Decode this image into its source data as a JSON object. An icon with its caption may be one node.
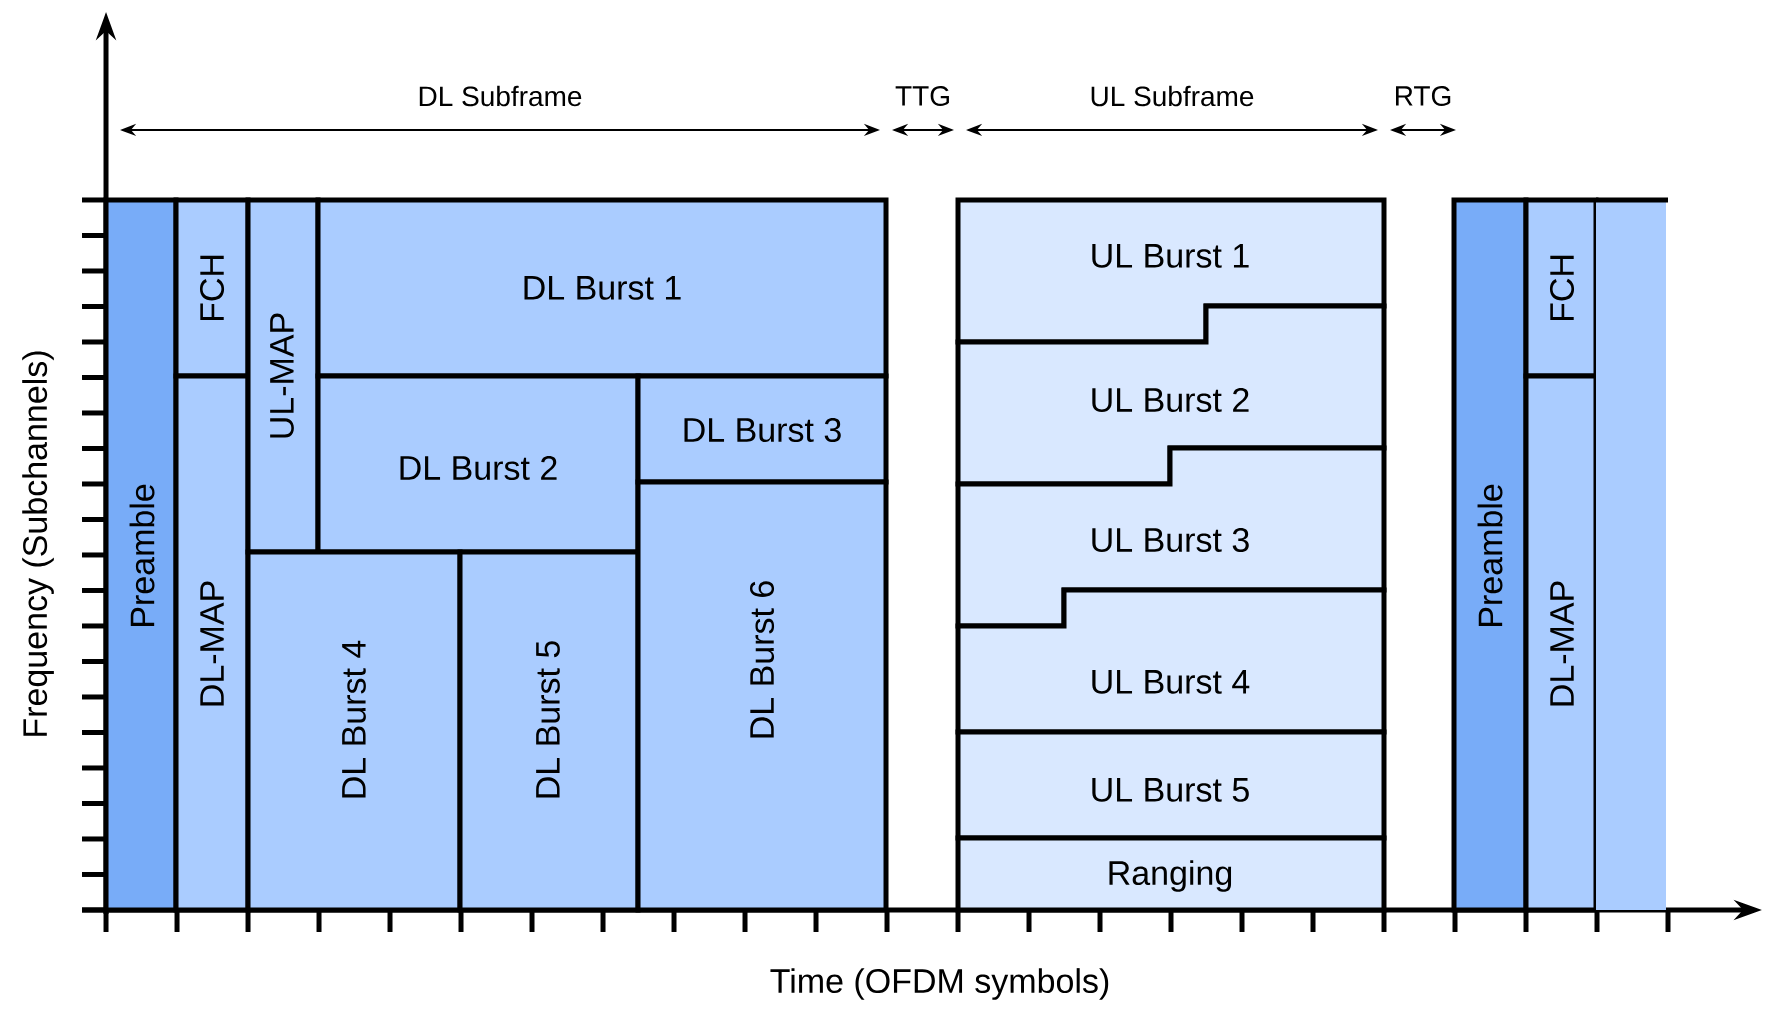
{
  "diagram": {
    "nodes": [
      {
        "text": [
          "Preamble"
        ]
      },
      {
        "text": [
          "FCH"
        ]
      },
      {
        "text": [
          "DL-MAP"
        ]
      },
      {
        "text": [
          "UL-MAP"
        ]
      },
      {
        "text": [
          "DL Burst 1"
        ]
      },
      {
        "text": [
          "DL Burst 2"
        ]
      },
      {
        "text": [
          "DL Burst 3"
        ]
      },
      {
        "text": [
          "DL Burst 4"
        ]
      },
      {
        "text": [
          "DL Burst 5"
        ]
      },
      {
        "text": [
          "DL Burst 6"
        ]
      },
      {
        "text": [
          "UL Burst 1"
        ]
      },
      {
        "text": [
          "UL Burst 2"
        ]
      },
      {
        "text": [
          "UL Burst 3"
        ]
      },
      {
        "text": [
          "UL Burst 4"
        ]
      },
      {
        "text": [
          "UL Burst 5"
        ]
      },
      {
        "text": [
          "Ranging"
        ]
      },
      {
        "text": [
          "Preamble"
        ]
      },
      {
        "text": [
          "FCH"
        ]
      },
      {
        "text": [
          "DL-MAP"
        ]
      },
      {
        "text": [],
        "shape": "box"
      }
    ],
    "labels": [
      "DL Subframe",
      "TTG",
      "UL Subframe",
      "RTG",
      "Frequency (Subchannels)",
      "Time (OFDM symbols)"
    ]
  }
}
